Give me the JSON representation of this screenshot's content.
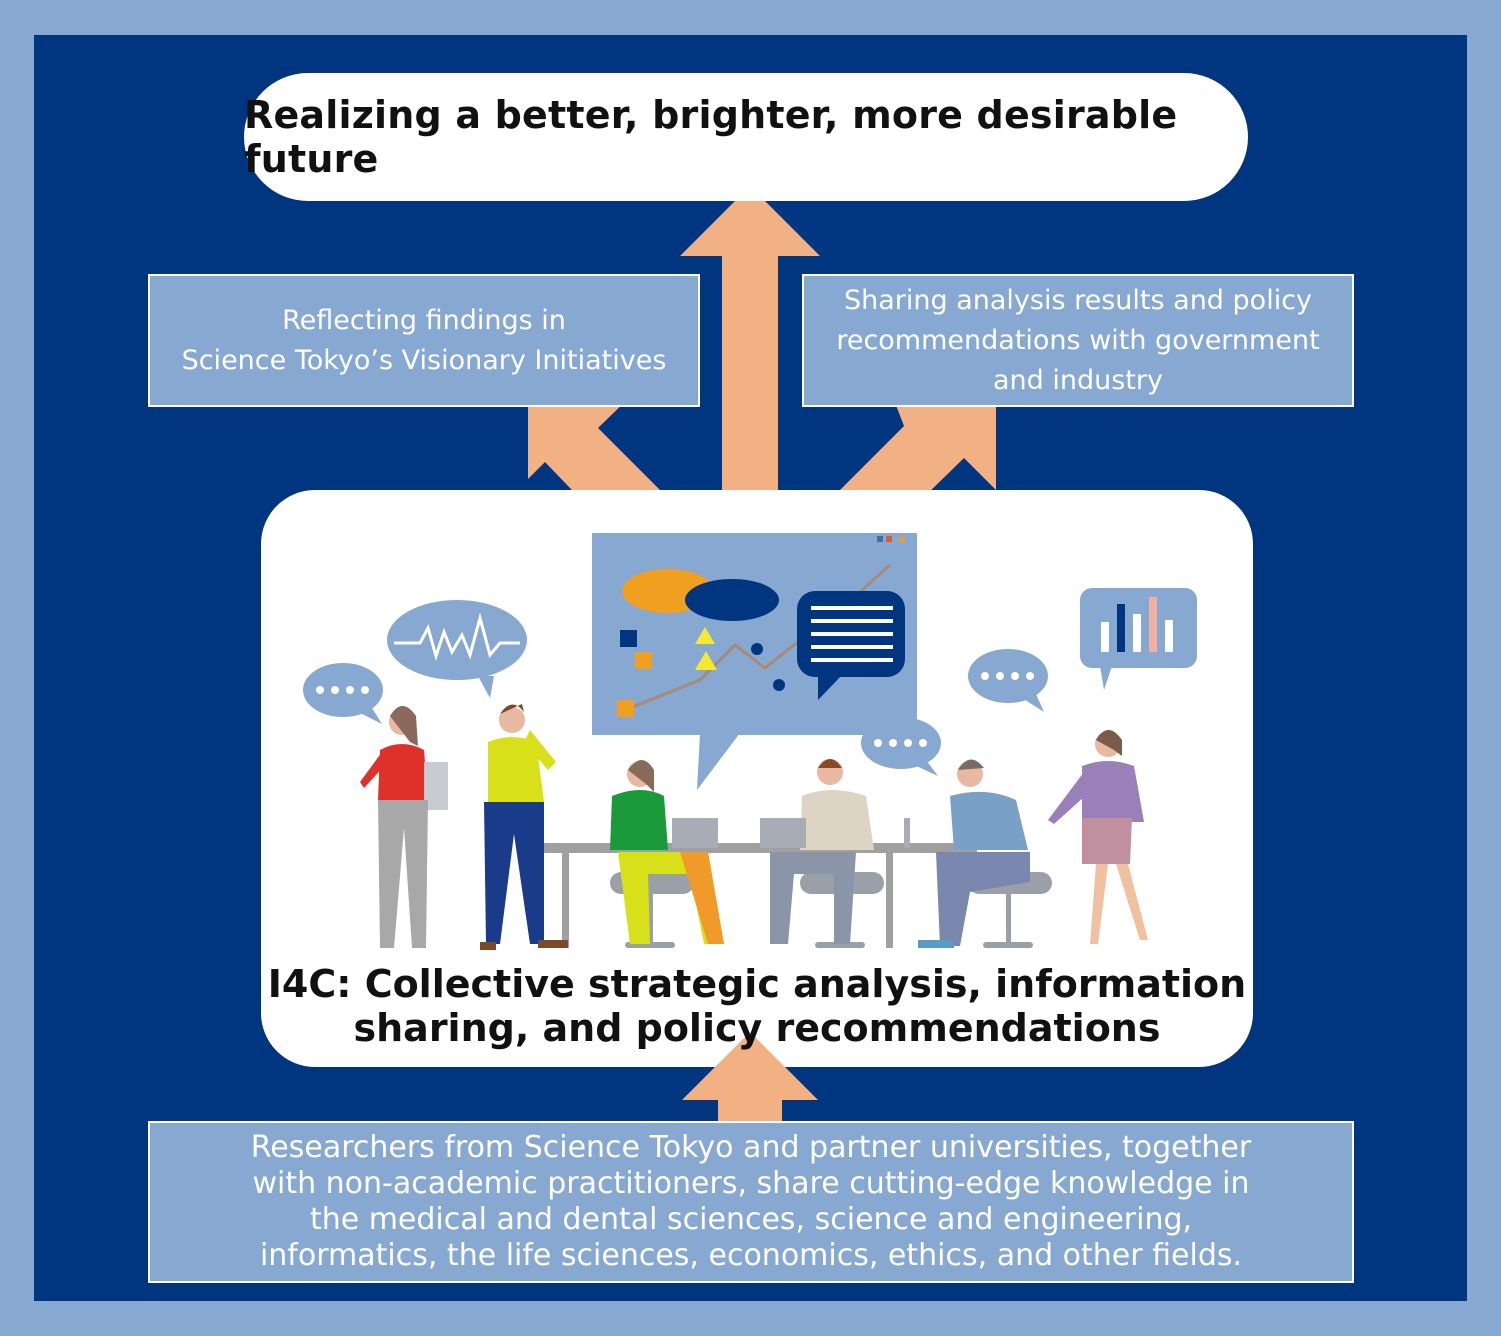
{
  "goal": {
    "text": "Realizing a better, brighter, more desirable future"
  },
  "left_box": {
    "lines": [
      "Reflecting findings in",
      "Science Tokyo’s Visionary Initiatives"
    ]
  },
  "right_box": {
    "lines": [
      "Sharing analysis results and policy",
      "recommendations with government",
      "and industry"
    ]
  },
  "hub": {
    "title_lines": [
      "I4C: Collective strategic analysis, information",
      "sharing, and policy recommendations"
    ]
  },
  "bottom_box": {
    "lines": [
      "Researchers from Science Tokyo and partner universities, together",
      "with non-academic practitioners, share cutting-edge knowledge in",
      "the medical and dental sciences, science and engineering,",
      "informatics, the life sciences, economics, ethics, and other fields."
    ]
  },
  "colors": {
    "frame": "#003580",
    "border": "#86a8d1",
    "arrow": "#f2b183",
    "box": "#86a8d1",
    "card": "#ffffff",
    "board": "#86a8d1"
  },
  "illustration": {
    "icons": [
      "waveform-speech-bubble-icon",
      "ellipsis-speech-bubble-icon",
      "bar-chart-speech-bubble-icon",
      "presentation-board-icon",
      "text-lines-speech-bubble-icon"
    ],
    "scene": "people-meeting-at-table"
  }
}
